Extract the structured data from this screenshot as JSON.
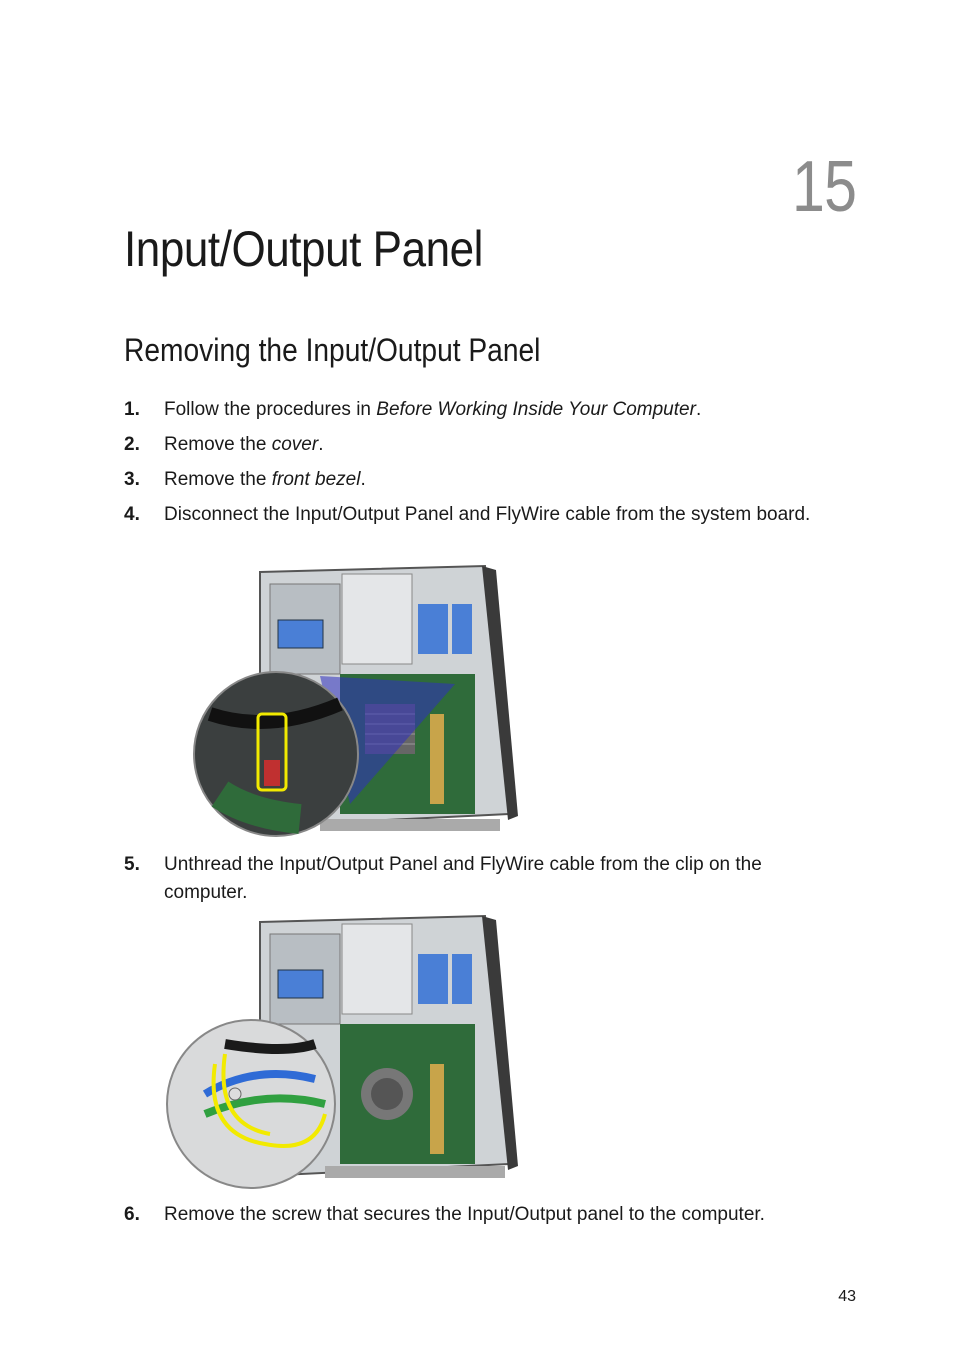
{
  "chapter": {
    "number": "15",
    "title": "Input/Output Panel"
  },
  "section": {
    "title": "Removing the Input/Output Panel"
  },
  "steps": [
    {
      "num": "1.",
      "pre": "Follow the procedures in ",
      "ref": "Before Working Inside Your Computer",
      "post": "."
    },
    {
      "num": "2.",
      "pre": "Remove the ",
      "ref": "cover",
      "post": "."
    },
    {
      "num": "3.",
      "pre": "Remove the ",
      "ref": "front bezel",
      "post": "."
    },
    {
      "num": "4.",
      "text": "Disconnect the Input/Output Panel and FlyWire cable from the system board."
    },
    {
      "num": "5.",
      "text": "Unthread the Input/Output Panel and FlyWire cable from the clip on the computer."
    },
    {
      "num": "6.",
      "text": "Remove the screw that secures the Input/Output panel to the computer."
    }
  ],
  "page_number": "43",
  "colors": {
    "chapter_number": "#8c8c8c",
    "highlight": "#f2ea00",
    "callout": "#3030c0",
    "board": "#2f6b3a",
    "blue_part": "#4a7fd6"
  }
}
